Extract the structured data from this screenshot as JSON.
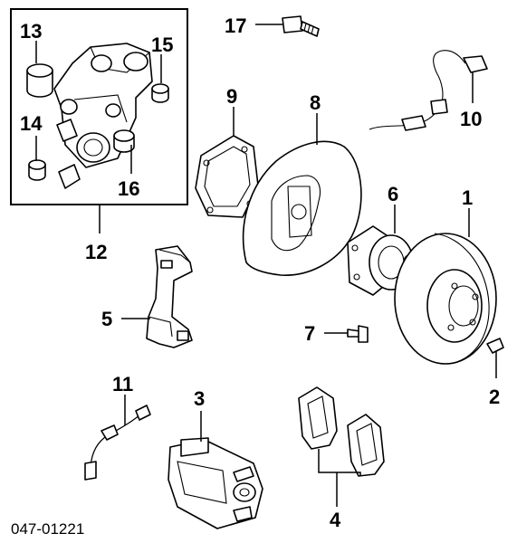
{
  "callouts": {
    "c1": "1",
    "c2": "2",
    "c3": "3",
    "c4": "4",
    "c5": "5",
    "c6": "6",
    "c7": "7",
    "c8": "8",
    "c9": "9",
    "c10": "10",
    "c11": "11",
    "c12": "12",
    "c13": "13",
    "c14": "14",
    "c15": "15",
    "c16": "16",
    "c17": "17"
  },
  "diagram_code": "047-01221"
}
